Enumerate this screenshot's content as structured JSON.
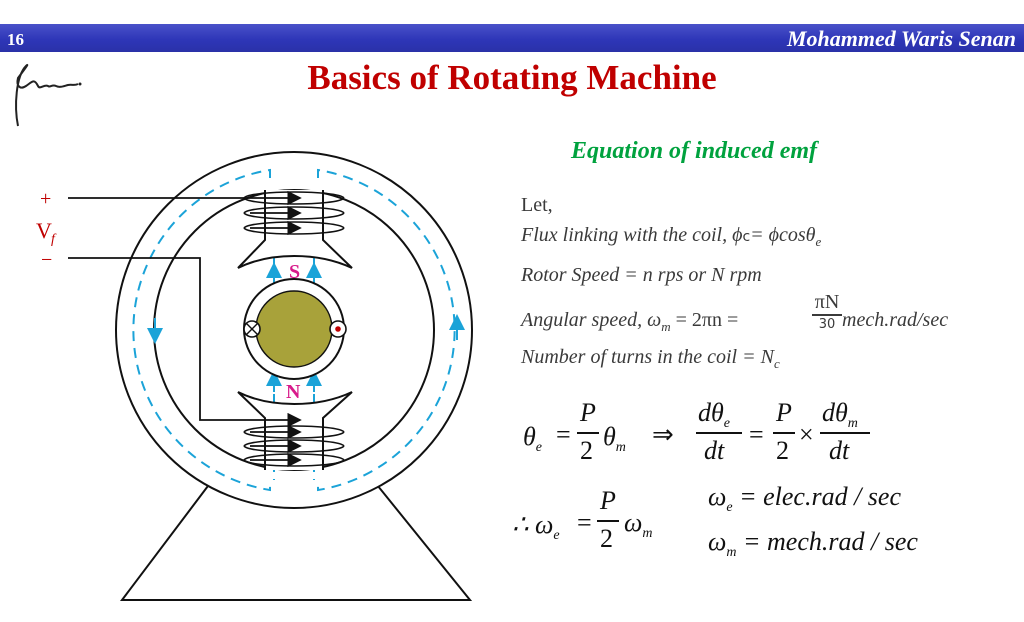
{
  "header": {
    "slide_number": "16",
    "author": "Mohammed Waris Senan"
  },
  "signature_text": "Senan",
  "title": "Basics of Rotating Machine",
  "subtitle": "Equation of induced emf",
  "diagram": {
    "plus": "+",
    "minus": "−",
    "vf": "V",
    "vf_sub": "f",
    "pole_s": "S",
    "pole_n": "N",
    "colors": {
      "stator": "#111111",
      "flux": "#1ba3d8",
      "rotor": "#a8a23a",
      "pole_label": "#d81b8b",
      "terminal": "#c00000"
    }
  },
  "text_lines": {
    "let": "Let,",
    "flux_label": "Flux linking with the coil, ",
    "flux_expr": "ϕ",
    "flux_sub": "c",
    "flux_rhs": "= ϕcosθ",
    "flux_rhs_sub": "e",
    "rotor_speed": "Rotor Speed = n rps or N rpm",
    "angular_label": "Angular speed, ω",
    "angular_sub": "m",
    "angular_mid": " = 2πn = ",
    "angular_num": "πN",
    "angular_den": "30",
    "angular_unit": " mech.rad/sec",
    "turns_label": "Number of turns in the coil = N",
    "turns_sub": "c"
  },
  "equations": {
    "theta_e": "θ",
    "sub_e": "e",
    "sub_m": "m",
    "equals": "=",
    "P": "P",
    "two": "2",
    "theta_m": "θ",
    "implies": "⇒",
    "d_theta": "dθ",
    "dt": "dt",
    "times": "×",
    "therefore": "∴ ω",
    "omega": "ω",
    "omega_e_def": "= elec.rad / sec",
    "omega_m_def": "= mech.rad / sec"
  }
}
